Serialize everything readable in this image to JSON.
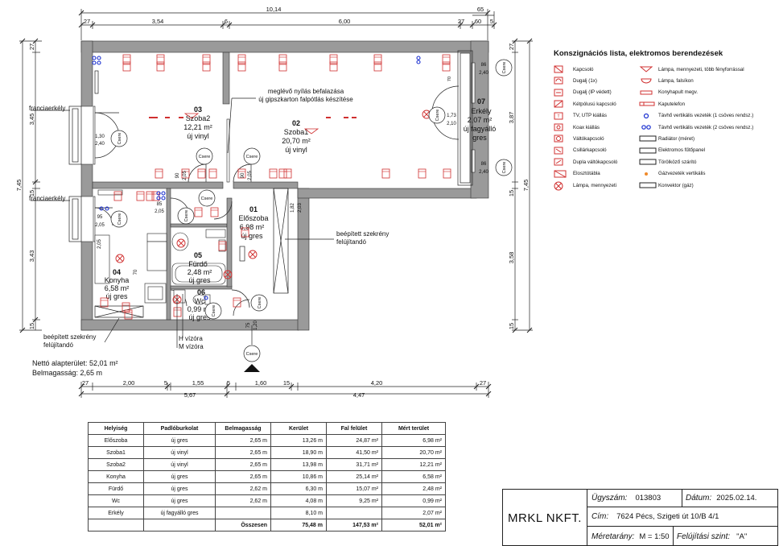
{
  "dimensions": {
    "top_total": "10,14",
    "top_overhang": "65",
    "top": [
      "27",
      "3,54",
      "6",
      "6,00",
      "27",
      "60",
      "5"
    ],
    "bottom": [
      "27",
      "2,00",
      "5",
      "1,55",
      "5",
      "1,60",
      "15",
      "4,20",
      "27"
    ],
    "bottom_total": [
      "5,67",
      "4,47"
    ],
    "left_outer": "7,45",
    "left": [
      "27",
      "3,45",
      "15",
      "3,43",
      "15"
    ],
    "right": [
      "27",
      "3,87",
      "15",
      "3,58",
      "15"
    ],
    "right_outer": "7,45",
    "door_labels": [
      "85",
      "2,05",
      "90",
      "2,05",
      "90",
      "2,05",
      "85",
      "2,05",
      "95",
      "2,05",
      "1,30",
      "2,40",
      "1,73",
      "2,10",
      "86",
      "2,40",
      "86",
      "2,40",
      "93",
      "2,05",
      "1,82",
      "2,03",
      "70",
      "2,05",
      "70",
      "2,05",
      "1,00",
      "2,00",
      "75",
      "1,20"
    ]
  },
  "rooms": [
    {
      "no": "03",
      "name": "Szoba2",
      "area": "12,21 m²",
      "floor": "új vinyl"
    },
    {
      "no": "02",
      "name": "Szoba1",
      "area": "20,70 m²",
      "floor": "új vinyl"
    },
    {
      "no": "07",
      "name": "Erkély",
      "area": "2,07 m²",
      "floor": "új fagyálló",
      "floor2": "gres"
    },
    {
      "no": "01",
      "name": "Előszoba",
      "area": "6,98 m²",
      "floor": "új gres"
    },
    {
      "no": "05",
      "name": "Fürdő",
      "area": "2,48 m²",
      "floor": "új gres"
    },
    {
      "no": "04",
      "name": "Konyha",
      "area": "6,58 m²",
      "floor": "új gres"
    },
    {
      "no": "06",
      "name": "Wc",
      "area": "0,99 m²",
      "floor": "új gres"
    }
  ],
  "annotations": {
    "wall_note_1": "meglévő nyílás befalazása",
    "wall_note_2": "új gipszkarton falpótlás készítése",
    "cabinet_1a": "beépített szekrény",
    "cabinet_1b": "felújítandó",
    "cabinet_2a": "beépített szekrény",
    "cabinet_2b": "felújítandó",
    "french_1": "franciaerkély",
    "french_2": "franciaerkély",
    "h_meter": "H vízóra",
    "m_meter": "M vízóra",
    "net_area": "Nettó alapterület: 52,01 m²",
    "ceiling": "Belmagasság: 2,65 m",
    "csere": "Csere"
  },
  "legend": {
    "title": "Konszignációs lista, elektromos berendezések",
    "left": [
      "Kapcsoló",
      "Dugalj (1x)",
      "Dugalj (IP védett)",
      "Kétpólusú kapcsoló",
      "TV, UTP kiállás",
      "Koax kiállás",
      "Váltókapcsoló",
      "Csillárkapcsoló",
      "Dupla váltókapcsoló",
      "Elosztótábla",
      "Lámpa, mennyezeti"
    ],
    "right": [
      "Lámpa, mennyezeti, több fényforrással",
      "Lámpa, falsíkon",
      "Konyhapult megv.",
      "Kaputelefon",
      "Távhő vertikális vezeték (1 csöves rendsz.)",
      "Távhő vertikális vezeték (2 csöves rendsz.)",
      "Radiátor (méret)",
      "Elektromos fűtőpanel",
      "Törölköző szárító",
      "Gázvezeték vertikális",
      "Konvektor (gáz)"
    ]
  },
  "table": {
    "headers": [
      "Helyiség",
      "Padlóburkolat",
      "Belmagasság",
      "Kerület",
      "Fal felület",
      "Mért terület"
    ],
    "rows": [
      [
        "Előszoba",
        "új gres",
        "2,65 m",
        "13,26 m",
        "24,87 m²",
        "6,98 m²"
      ],
      [
        "Szoba1",
        "új vinyl",
        "2,65 m",
        "18,90 m",
        "41,50 m²",
        "20,70 m²"
      ],
      [
        "Szoba2",
        "új vinyl",
        "2,65 m",
        "13,98 m",
        "31,71 m²",
        "12,21 m²"
      ],
      [
        "Konyha",
        "új gres",
        "2,65 m",
        "10,86 m",
        "25,14 m²",
        "6,58 m²"
      ],
      [
        "Fürdő",
        "új gres",
        "2,62 m",
        "6,30 m",
        "15,07 m²",
        "2,48 m²"
      ],
      [
        "Wc",
        "új gres",
        "2,62 m",
        "4,08 m",
        "9,25 m²",
        "0,99 m²"
      ],
      [
        "Erkély",
        "új fagyálló gres",
        "",
        "8,10 m",
        "",
        "2,07 m²"
      ]
    ],
    "total": [
      "",
      "",
      "Összesen",
      "75,48 m",
      "147,53 m²",
      "52,01 m²"
    ]
  },
  "title_block": {
    "company": "MRKL NKFT.",
    "case_label": "Ügyszám:",
    "case_value": "013803",
    "date_label": "Dátum:",
    "date_value": "2025.02.14.",
    "address_label": "Cím:",
    "address_value": "7624 Pécs, Szigeti  út 10/B 4/1",
    "scale_label": "Méretarány:",
    "scale_value": "M = 1:50",
    "level_label": "Felújítási szint:",
    "level_value": "\"A\""
  },
  "colors": {
    "wall": "#9a9a9a",
    "symbol": "#d03030",
    "blue": "#1a2fd0",
    "line": "#222222"
  }
}
